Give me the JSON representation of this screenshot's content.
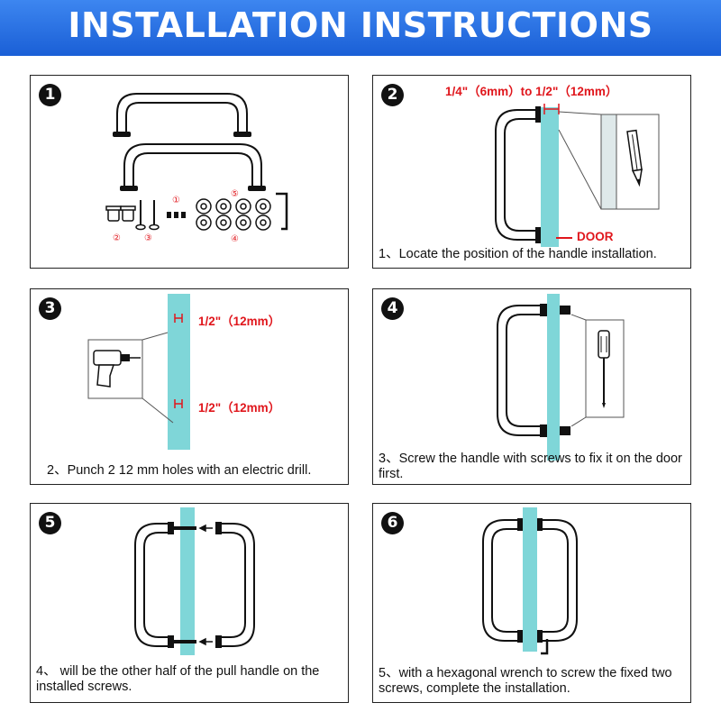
{
  "title": "INSTALLATION INSTRUCTIONS",
  "panels": [
    {
      "badge": "1",
      "parts": {
        "small_screws": "①",
        "bases": "②",
        "long_screws": "③",
        "washers": "④",
        "caps": "⑤"
      }
    },
    {
      "badge": "2",
      "measure": "1/4\"（6mm）to 1/2\"（12mm）",
      "door_label": "DOOR",
      "caption": "1、Locate the position of the handle installation."
    },
    {
      "badge": "3",
      "hole_top": "1/2\"（12mm）",
      "hole_bottom": "1/2\"（12mm）",
      "caption": "2、Punch 2 12 mm holes with an electric drill."
    },
    {
      "badge": "4",
      "caption": "3、Screw the handle with screws to fix it on the door first."
    },
    {
      "badge": "5",
      "caption": "4、 will be the other half of the pull handle on the installed screws."
    },
    {
      "badge": "6",
      "caption": "5、with a hexagonal wrench to screw the fixed two screws, complete the installation."
    }
  ],
  "colors": {
    "banner": "#1a5fd6",
    "glass": "#7fd6d8",
    "accent": "#e0161c"
  }
}
